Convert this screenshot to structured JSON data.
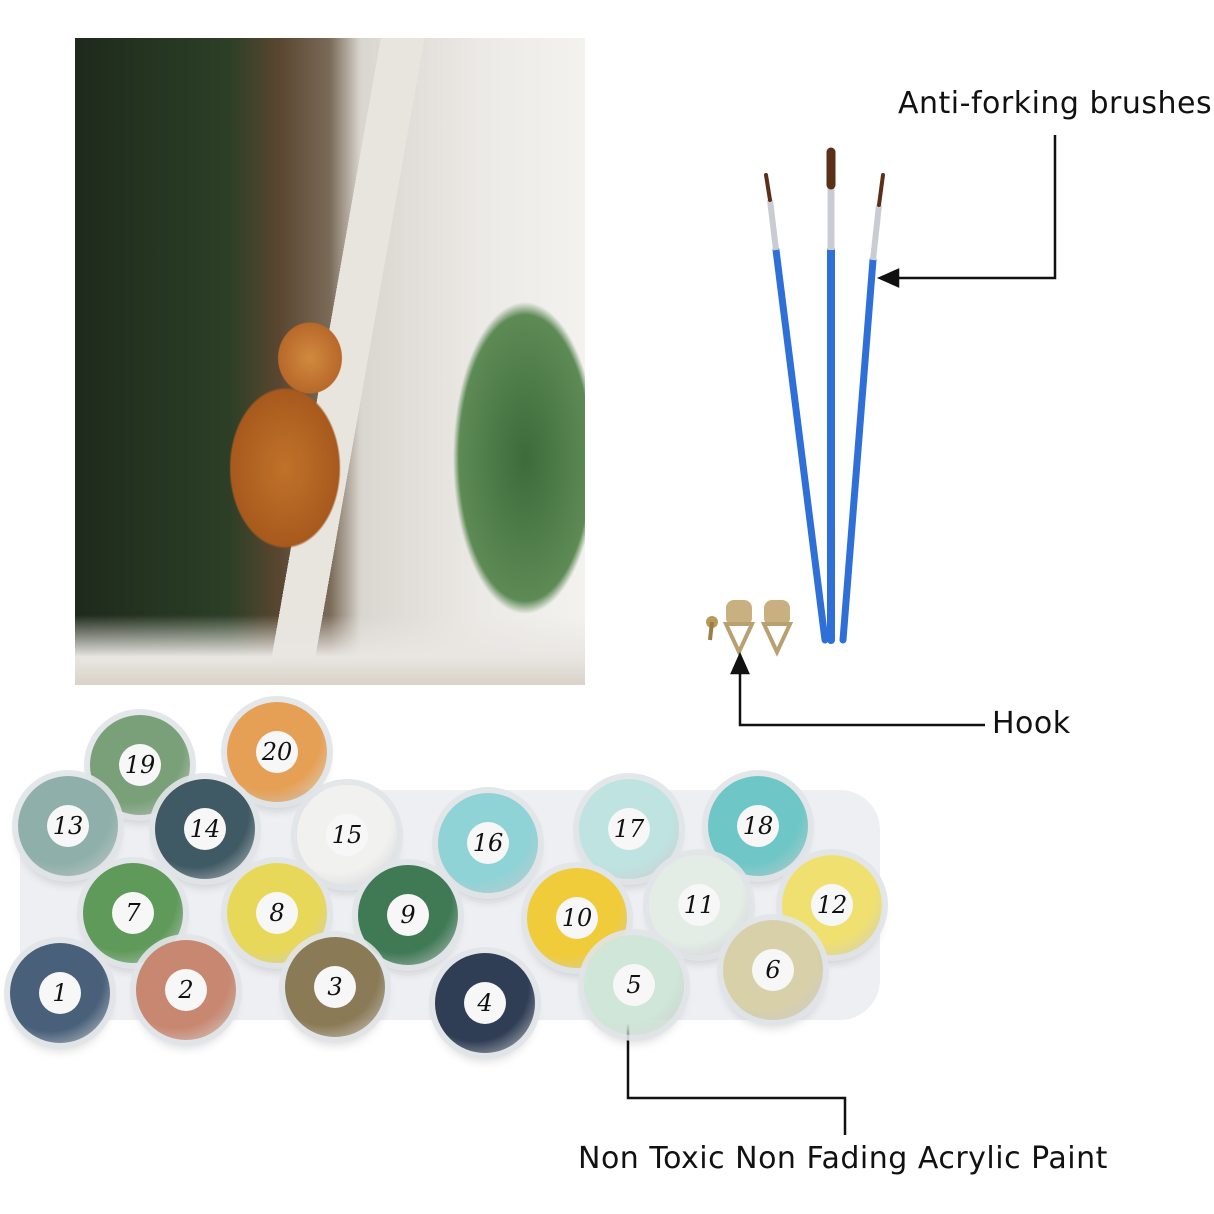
{
  "labels": {
    "brushes": "Anti-forking brushes",
    "hook": "Hook",
    "paint": "Non Toxic Non Fading Acrylic Paint"
  },
  "paint_pots": [
    {
      "number": "19",
      "color": "#7aa07a"
    },
    {
      "number": "20",
      "color": "#e6a055"
    },
    {
      "number": "13",
      "color": "#8fb0aa"
    },
    {
      "number": "14",
      "color": "#3f5a64"
    },
    {
      "number": "15",
      "color": "#f1f2f0"
    },
    {
      "number": "16",
      "color": "#8fd3d6"
    },
    {
      "number": "17",
      "color": "#bfe3e0"
    },
    {
      "number": "18",
      "color": "#6ec7c6"
    },
    {
      "number": "7",
      "color": "#5f9a5a"
    },
    {
      "number": "8",
      "color": "#e8d85a"
    },
    {
      "number": "9",
      "color": "#3f7a55"
    },
    {
      "number": "10",
      "color": "#f0cc3a"
    },
    {
      "number": "11",
      "color": "#e4ece6"
    },
    {
      "number": "12",
      "color": "#f0e070"
    },
    {
      "number": "1",
      "color": "#48607a"
    },
    {
      "number": "2",
      "color": "#c88770"
    },
    {
      "number": "3",
      "color": "#8a7a55"
    },
    {
      "number": "4",
      "color": "#2f3d55"
    },
    {
      "number": "5",
      "color": "#cfe6d8"
    },
    {
      "number": "6",
      "color": "#d8d0a8"
    }
  ],
  "colors": {
    "brush_handle": "#2f6fd8",
    "brush_ferrule": "#c9ccd2",
    "brush_tip": "#5a3018",
    "hook": "#b8a070"
  }
}
